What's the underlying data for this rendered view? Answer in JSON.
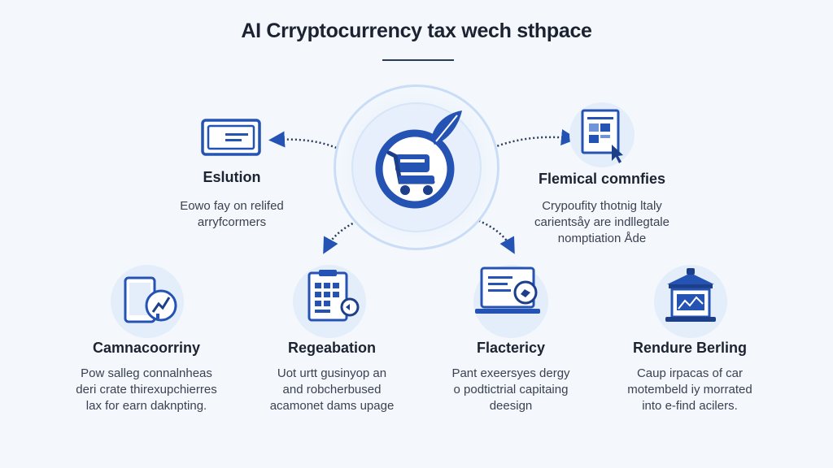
{
  "title": "AI Crryptocurrency tax wech sthpace",
  "colors": {
    "accent": "#2453b3",
    "accent_light": "#c9ddf6",
    "halo": "#e4edfa",
    "background": "#f4f8fd",
    "text": "#1c2331"
  },
  "hub": {
    "icon": "robot-cart-leaf-icon"
  },
  "nodes": {
    "top_left": {
      "icon": "id-card-icon",
      "label": "Eslution",
      "lines": [
        "Eowo fay on relifed",
        "arryfcormers"
      ]
    },
    "top_right": {
      "icon": "document-cursor-icon",
      "label": "Flemical comnfies",
      "lines": [
        "Crypoufity thotnig ltaly",
        "carientsåy are indllegtale",
        "nomptiation Åde"
      ]
    },
    "bottom_1": {
      "icon": "tablet-chart-icon",
      "label": "Camnacoorriny",
      "lines": [
        "Pow salleg connalnheas",
        "deri crate thirexupchierres",
        "lax for earn daknpting."
      ]
    },
    "bottom_2": {
      "icon": "calculator-document-icon",
      "label": "Regeabation",
      "lines": [
        "Uot urtt gusinyop an",
        "and robcherbused",
        "acamonet dams upage"
      ]
    },
    "bottom_3": {
      "icon": "laptop-shield-icon",
      "label": "Flactericy",
      "lines": [
        "Pant exeersyes dergy",
        "o podtictrial capitaing",
        "deesign"
      ]
    },
    "bottom_4": {
      "icon": "building-icon",
      "label": "Rendure Berling",
      "lines": [
        "Caup irpacas of car",
        "motembeld iy morrated",
        "into e-find acilers."
      ]
    }
  }
}
